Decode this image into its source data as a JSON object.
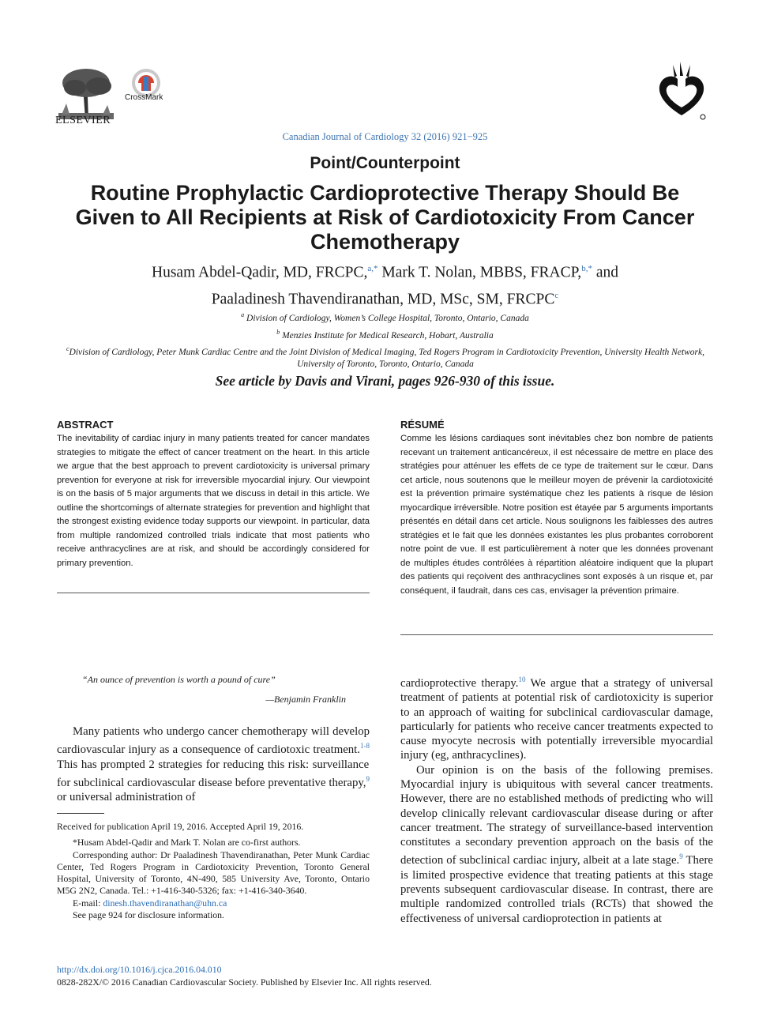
{
  "header": {
    "publisher": "ELSEVIER",
    "crossmark": "CrossMark",
    "journal_ref": "Canadian Journal of Cardiology 32 (2016) 921−925",
    "section": "Point/Counterpoint",
    "title": "Routine Prophylactic Cardioprotective Therapy Should Be Given to All Recipients at Risk of Cardiotoxicity From Cancer Chemotherapy"
  },
  "authors": {
    "a1": "Husam Abdel-Qadir, MD, FRCPC,",
    "a1_sup": "a,*",
    "a2": " Mark T. Nolan, MBBS, FRACP,",
    "a2_sup": "b,*",
    "a2_tail": " and",
    "a3": "Paaladinesh Thavendiranathan, MD, MSc, SM, FRCPC",
    "a3_sup": "c"
  },
  "affiliations": [
    {
      "mark": "a",
      "text": " Division of Cardiology, Women’s College Hospital, Toronto, Ontario, Canada"
    },
    {
      "mark": "b",
      "text": " Menzies Institute for Medical Research, Hobart, Australia"
    },
    {
      "mark": "c",
      "text": "Division of Cardiology, Peter Munk Cardiac Centre and the Joint Division of Medical Imaging, Ted Rogers Program in Cardiotoxicity Prevention, University Health Network, University of Toronto, Toronto, Ontario, Canada"
    }
  ],
  "see_article": "See article by Davis and Virani, pages 926-930 of this issue.",
  "abstract": {
    "heading": "ABSTRACT",
    "text": "The inevitability of cardiac injury in many patients treated for cancer mandates strategies to mitigate the effect of cancer treatment on the heart. In this article we argue that the best approach to prevent cardiotoxicity is universal primary prevention for everyone at risk for irreversible myocardial injury. Our viewpoint is on the basis of 5 major arguments that we discuss in detail in this article. We outline the shortcomings of alternate strategies for prevention and highlight that the strongest existing evidence today supports our viewpoint. In particular, data from multiple randomized controlled trials indicate that most patients who receive anthracyclines are at risk, and should be accordingly considered for primary prevention."
  },
  "resume": {
    "heading": "RÉSUMÉ",
    "text": "Comme les lésions cardiaques sont inévitables chez bon nombre de patients recevant un traitement anticancéreux, il est nécessaire de mettre en place des stratégies pour atténuer les effets de ce type de traitement sur le cœur. Dans cet article, nous soutenons que le meilleur moyen de prévenir la cardiotoxicité est la prévention primaire systématique chez les patients à risque de lésion myocardique irréversible. Notre position est étayée par 5 arguments importants présentés en détail dans cet article. Nous soulignons les faiblesses des autres stratégies et le fait que les données existantes les plus probantes corroborent notre point de vue. Il est particulièrement à noter que les données provenant de multiples études contrôlées à répartition aléatoire indiquent que la plupart des patients qui reçoivent des anthracyclines sont exposés à un risque et, par conséquent, il faudrait, dans ces cas, envisager la prévention primaire."
  },
  "epigraph": {
    "quote": "“An ounce of prevention is worth a pound of cure”",
    "attribution": "—Benjamin Franklin"
  },
  "left_body": {
    "p1_a": "Many patients who undergo cancer chemotherapy will develop cardiovascular injury as a consequence of cardiotoxic treatment.",
    "p1_ref1": "1-8",
    "p1_b": " This has prompted 2 strategies for reducing this risk: surveillance for subclinical cardiovascular disease before preventative therapy,",
    "p1_ref2": "9",
    "p1_c": " or universal administration of"
  },
  "footnotes": {
    "received": "Received for publication April 19, 2016. Accepted April 19, 2016.",
    "cofirst": "*Husam Abdel-Qadir and Mark T. Nolan are co-first authors.",
    "corresponding": "Corresponding author: Dr Paaladinesh Thavendiranathan, Peter Munk Cardiac Center, Ted Rogers Program in Cardiotoxicity Prevention, Toronto General Hospital, University of Toronto, 4N-490, 585 University Ave, Toronto, Ontario M5G 2N2, Canada. Tel.: +1-416-340-5326; fax: +1-416-340-3640.",
    "email_label": "E-mail: ",
    "email": "dinesh.thavendiranathan@uhn.ca",
    "disclosure": "See page 924 for disclosure information."
  },
  "right_body": {
    "p1_a": "cardioprotective therapy.",
    "p1_ref1": "10",
    "p1_b": " We argue that a strategy of universal treatment of patients at potential risk of cardiotoxicity is superior to an approach of waiting for subclinical cardiovascular damage, particularly for patients who receive cancer treatments expected to cause myocyte necrosis with potentially irreversible myocardial injury (eg, anthracyclines).",
    "p2_a": "Our opinion is on the basis of the following premises. Myocardial injury is ubiquitous with several cancer treatments. However, there are no established methods of predicting who will develop clinically relevant cardiovascular disease during or after cancer treatment. The strategy of surveillance-based intervention constitutes a secondary prevention approach on the basis of the detection of subclinical cardiac injury, albeit at a late stage.",
    "p2_ref1": "9",
    "p2_b": " There is limited prospective evidence that treating patients at this stage prevents subsequent cardiovascular disease. In contrast, there are multiple randomized controlled trials (RCTs) that showed the effectiveness of universal cardioprotection in patients at"
  },
  "footer": {
    "doi": "http://dx.doi.org/10.1016/j.cjca.2016.04.010",
    "copyright": "0828-282X/© 2016 Canadian Cardiovascular Society. Published by Elsevier Inc. All rights reserved."
  }
}
